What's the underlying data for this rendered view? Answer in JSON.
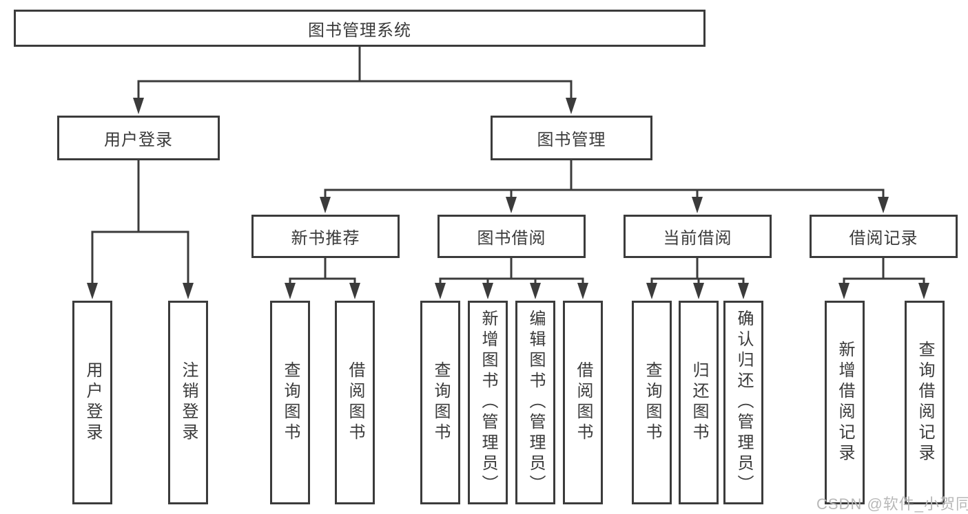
{
  "diagram": {
    "title": "图书管理系统",
    "root": {
      "label": "图书管理系统"
    },
    "level2": [
      {
        "label": "用户登录"
      },
      {
        "label": "图书管理"
      }
    ],
    "level3": [
      {
        "label": "新书推荐",
        "parent": "图书管理"
      },
      {
        "label": "图书借阅",
        "parent": "图书管理"
      },
      {
        "label": "当前借阅",
        "parent": "图书管理"
      },
      {
        "label": "借阅记录",
        "parent": "图书管理"
      }
    ],
    "leaves": [
      {
        "label": "用户登录",
        "parent": "用户登录"
      },
      {
        "label": "注销登录",
        "parent": "用户登录"
      },
      {
        "label": "查询图书",
        "parent": "新书推荐"
      },
      {
        "label": "借阅图书",
        "parent": "新书推荐"
      },
      {
        "label": "查询图书",
        "parent": "图书借阅"
      },
      {
        "label": "新增图书（管理员）",
        "parent": "图书借阅"
      },
      {
        "label": "编辑图书（管理员）",
        "parent": "图书借阅"
      },
      {
        "label": "借阅图书",
        "parent": "图书借阅"
      },
      {
        "label": "查询图书",
        "parent": "当前借阅"
      },
      {
        "label": "归还图书",
        "parent": "当前借阅"
      },
      {
        "label": "确认归还（管理员）",
        "parent": "当前借阅"
      },
      {
        "label": "新增借阅记录",
        "parent": "借阅记录"
      },
      {
        "label": "查询借阅记录",
        "parent": "借阅记录"
      }
    ]
  },
  "watermark": {
    "text": "CSDN @软件_小贺同学"
  },
  "colors": {
    "line": "#3b3b3b",
    "text": "#3a3a3a",
    "box_fill": "#ffffff",
    "background": "#ffffff",
    "watermark": "#b8b8b8"
  }
}
